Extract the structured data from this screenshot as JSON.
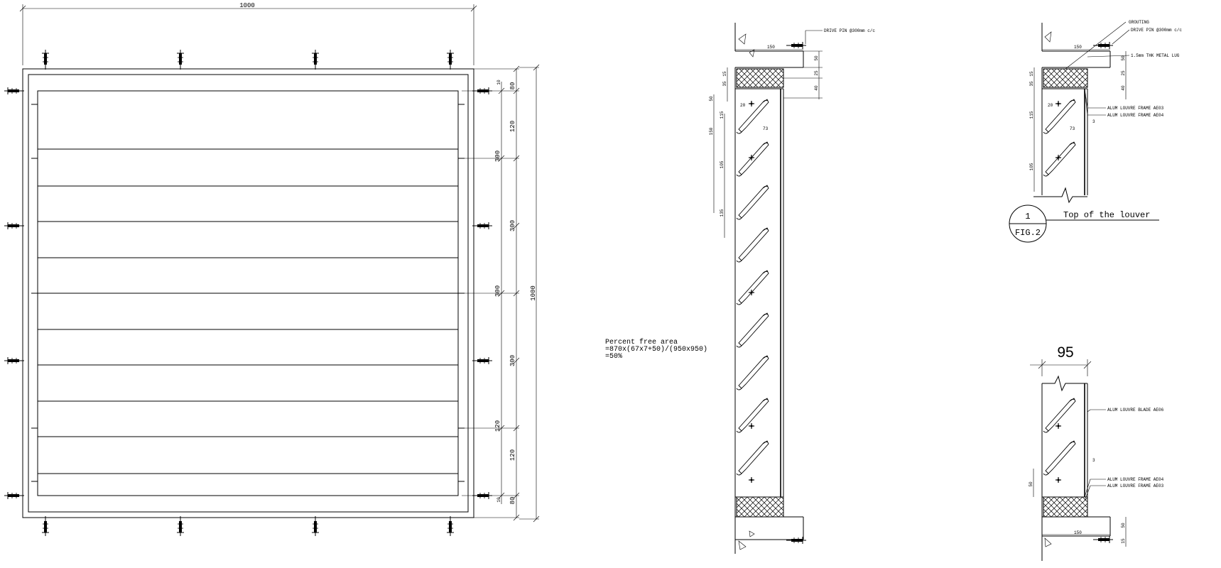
{
  "elevation": {
    "overall_width": "1000",
    "overall_height": "1000",
    "right_dims": [
      "80",
      "120",
      "300",
      "300",
      "300",
      "300",
      "120",
      "80"
    ],
    "small_dims": [
      "10",
      "10"
    ]
  },
  "free_area": {
    "line1": "Percent free area",
    "line2": "=870x(67x7+50)/(950x950)",
    "line3": "=50%"
  },
  "section": {
    "drive_pin": "DRIVE PIN @300mm c/c",
    "dims_top": [
      "150",
      "50",
      "25",
      "40"
    ],
    "dims_left": [
      "15",
      "35",
      "50",
      "115",
      "150",
      "105",
      "135"
    ],
    "blade_dims": [
      "20",
      "73"
    ]
  },
  "top_detail": {
    "grouting": "GROUTING",
    "drive_pin": "DRIVE PIN @300mm c/c",
    "metal_lug": "1.5mm THK METAL LUG",
    "frame1": "ALUM LOUVRE FRAME AE03",
    "frame2": "ALUM LOUVRE FRAME AE04",
    "dims": [
      "150",
      "50",
      "25",
      "40",
      "15",
      "35",
      "115",
      "105",
      "20",
      "73",
      "3"
    ],
    "callout_num": "1",
    "callout_fig": "FIG.2",
    "title": "Top of the louver"
  },
  "bottom_detail": {
    "width": "95",
    "blade": "ALUM LOUVRE BLADE AE06",
    "frame1": "ALUM LOUVRE FRAME AE04",
    "frame2": "ALUM LOUVRE FRAME AE03",
    "dims": [
      "3",
      "50",
      "150",
      "50",
      "15"
    ]
  }
}
